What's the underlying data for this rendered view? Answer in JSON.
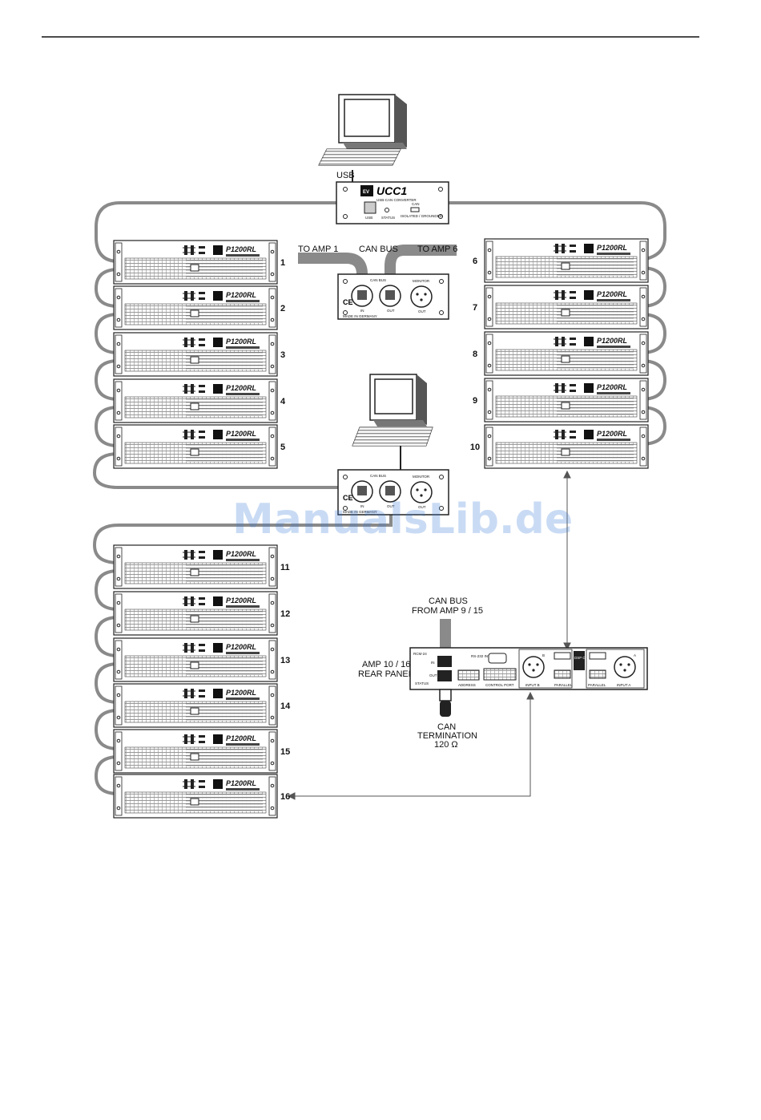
{
  "pc_top": {
    "port_label": "USB"
  },
  "ucc1": {
    "brand": "EV",
    "title": "UCC1",
    "subtitle": "USB-CAN CONVERTER",
    "usb_label": "USB",
    "status_label": "STATUS",
    "can_label": "CAN",
    "grounded_label": "ISOLATED / GROUNDED"
  },
  "labels": {
    "to_amp1": "TO AMP 1",
    "can_bus": "CAN BUS",
    "to_amp6": "TO AMP 6",
    "can_bus_from": "CAN BUS",
    "from_amp": "FROM AMP 9 / 15",
    "amp_rear_line1": "AMP 10 / 16",
    "amp_rear_line2": "REAR PANEL",
    "can_term_1": "CAN",
    "can_term_2": "TERMINATION",
    "can_term_3": "120 Ω"
  },
  "can_panel": {
    "can_bus": "CAN BUS",
    "monitor": "MONITOR",
    "in": "IN",
    "out": "OUT",
    "ce": "CE",
    "made_in": "MADE IN GERMANY"
  },
  "rcm24": {
    "model": "RCM-24",
    "in": "IN",
    "out": "OUT",
    "status": "STATUS",
    "rs232": "RS-232 INTERFACE",
    "address": "ADDRESS",
    "control_port": "CONTROL PORT",
    "input_b": "INPUT B",
    "input_a": "INPUT A",
    "parallel_1": "PARALLEL",
    "parallel_2": "PARALLEL",
    "channel_b": "B",
    "channel_a": "A",
    "dsp_out": "DSP OUT"
  },
  "amplifiers": [
    {
      "number": "1",
      "model": "P1200RL"
    },
    {
      "number": "2",
      "model": "P1200RL"
    },
    {
      "number": "3",
      "model": "P1200RL"
    },
    {
      "number": "4",
      "model": "P1200RL"
    },
    {
      "number": "5",
      "model": "P1200RL"
    },
    {
      "number": "6",
      "model": "P1200RL"
    },
    {
      "number": "7",
      "model": "P1200RL"
    },
    {
      "number": "8",
      "model": "P1200RL"
    },
    {
      "number": "9",
      "model": "P1200RL"
    },
    {
      "number": "10",
      "model": "P1200RL"
    },
    {
      "number": "11",
      "model": "P1200RL"
    },
    {
      "number": "12",
      "model": "P1200RL"
    },
    {
      "number": "13",
      "model": "P1200RL"
    },
    {
      "number": "14",
      "model": "P1200RL"
    },
    {
      "number": "15",
      "model": "P1200RL"
    },
    {
      "number": "16",
      "model": "P1200RL"
    }
  ],
  "watermark": "ManualsLib.de"
}
